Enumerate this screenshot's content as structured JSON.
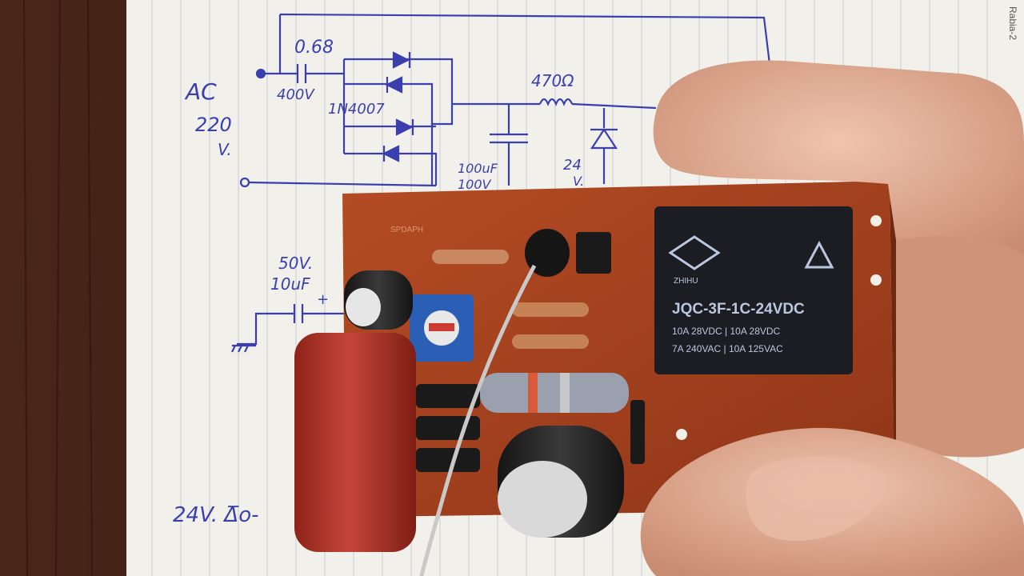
{
  "photo": {
    "notebook_tag": "Rabia-2",
    "schematic": {
      "capacitor_value": "0.68",
      "capacitor_voltage": "400V",
      "input_label_line1": "AC",
      "input_label_line2": "220",
      "input_label_line3": "V.",
      "diode_part": "1N4007",
      "resistor_value": "470Ω",
      "filter_cap_value": "100uF",
      "filter_cap_voltage": "100V",
      "zener_value": "24",
      "zener_unit": "V.",
      "small_cap_voltage": "50V.",
      "small_cap_value": "10uF",
      "small_cap_plus": "+",
      "output_label": "24V. Δ̅o-"
    },
    "board": {
      "silkscreen": "SPDAPH",
      "relay_model": "JQC-3F-1C-24VDC",
      "relay_brand": "10A 28VDC | 10A 28VDC",
      "relay_ratings": "7A 240VAC | 10A 125VAC",
      "relay_maker": "ZHIHU"
    },
    "colors": {
      "paper": "#f1f0ea",
      "ink": "#3b3fae",
      "pcb": "#a8431f",
      "relay": "#1b1d22",
      "capacitor": "#b6362a",
      "skin": "#d8a48c"
    }
  }
}
